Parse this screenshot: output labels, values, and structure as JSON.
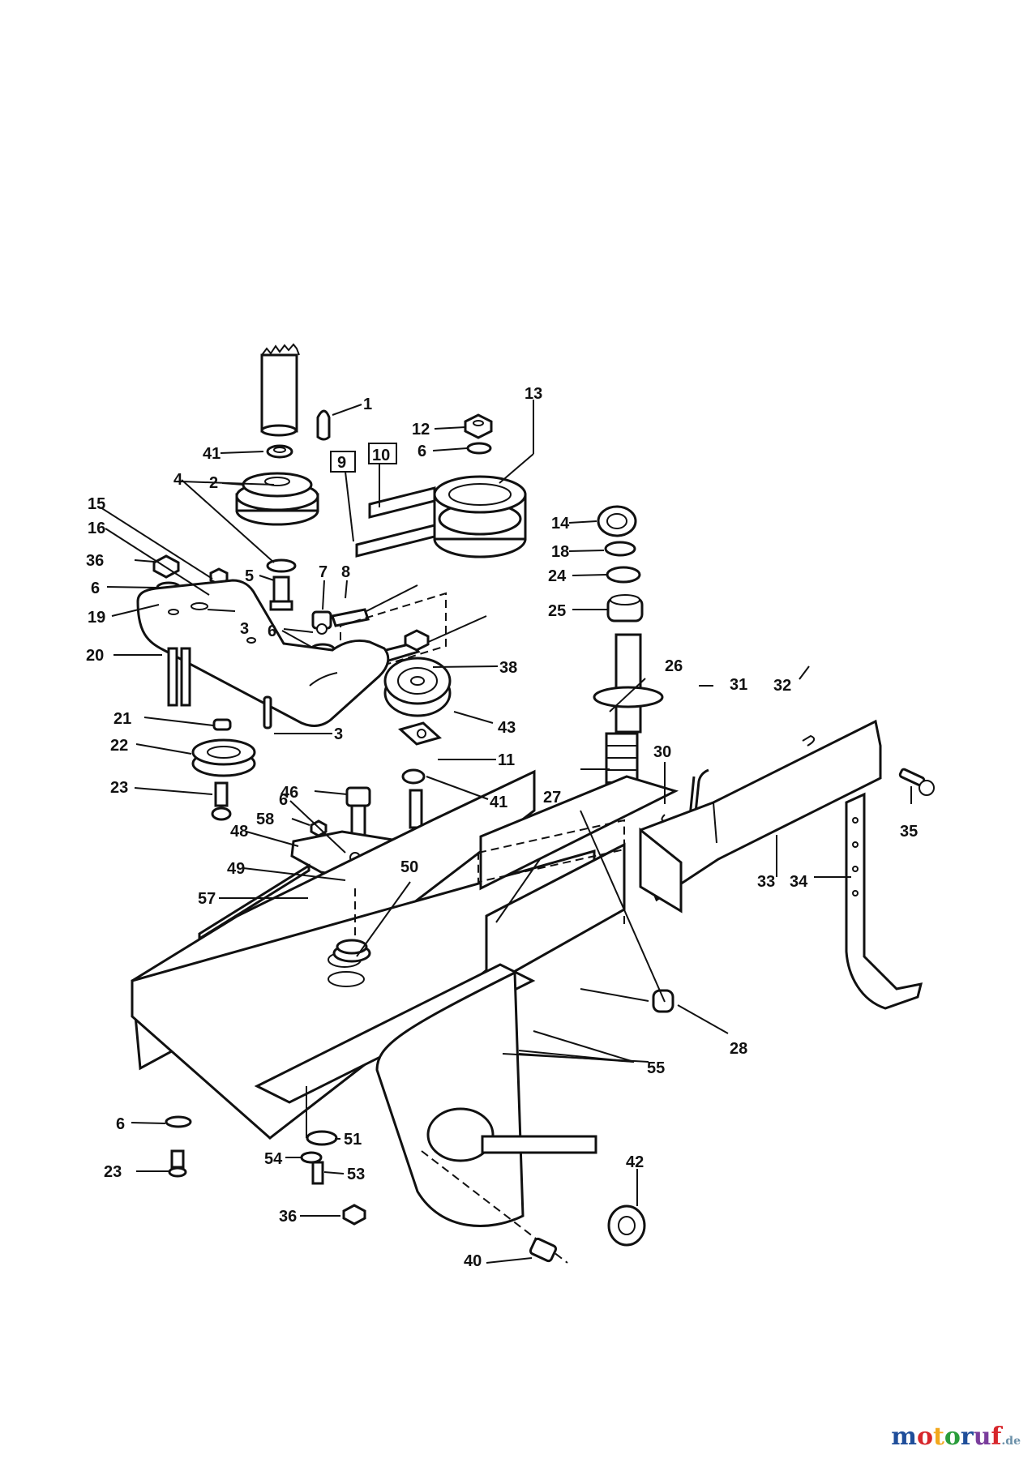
{
  "labels": {
    "l1": "1",
    "l2": "2",
    "l3a": "3",
    "l3b": "3",
    "l4": "4",
    "l5": "5",
    "l6a": "6",
    "l6b": "6",
    "l6c": "6",
    "l6d": "6",
    "l6e": "6",
    "l7": "7",
    "l8": "8",
    "l9": "9",
    "l10": "10",
    "l11": "11",
    "l12": "12",
    "l13": "13",
    "l14": "14",
    "l15": "15",
    "l16": "16",
    "l18": "18",
    "l19": "19",
    "l20": "20",
    "l21": "21",
    "l22": "22",
    "l23a": "23",
    "l23b": "23",
    "l24": "24",
    "l25": "25",
    "l26": "26",
    "l27": "27",
    "l28": "28",
    "l30": "30",
    "l31": "31",
    "l32": "32",
    "l33": "33",
    "l34": "34",
    "l35": "35",
    "l36a": "36",
    "l36b": "36",
    "l38": "38",
    "l40": "40",
    "l41a": "41",
    "l41b": "41",
    "l42": "42",
    "l43": "43",
    "l46": "46",
    "l48": "48",
    "l49": "49",
    "l50": "50",
    "l51": "51",
    "l53": "53",
    "l54": "54",
    "l55": "55",
    "l57": "57",
    "l58": "58"
  },
  "watermark": {
    "text": "motoruf",
    "suffix": ".de",
    "colors": [
      "#1f4e9a",
      "#d7262b",
      "#f2a81d",
      "#2a9d3b",
      "#1f4e9a",
      "#7a3d9c",
      "#d7262b"
    ]
  }
}
